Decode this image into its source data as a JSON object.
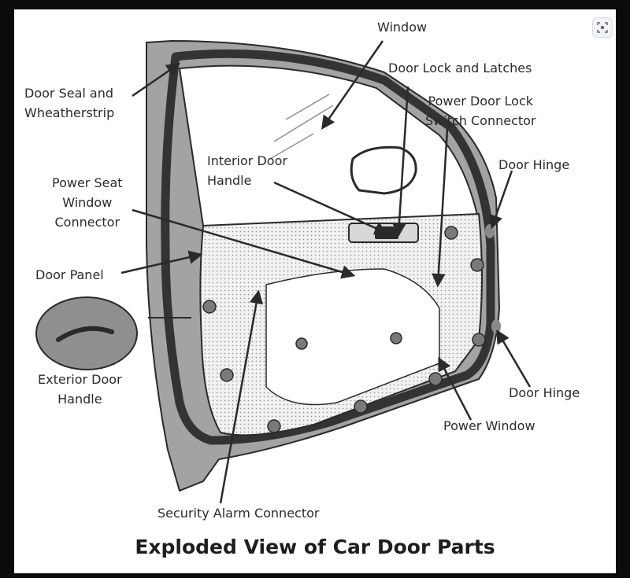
{
  "title": "Exploded View of Car Door Parts",
  "labels": {
    "window": "Window",
    "door_lock": "Door Lock and Latches",
    "power_door_lock": "Power Door Lock\nSwitch Connector",
    "door_seal": "Door Seal and\nWheatherstrip",
    "interior_handle": "Interior Door\nHandle",
    "door_hinge_top": "Door Hinge",
    "power_seat": "Power Seat\nWindow\nConnector",
    "door_panel": "Door Panel",
    "exterior_handle": "Exterior Door\nHandle",
    "door_hinge_bottom": "Door Hinge",
    "power_window": "Power Window",
    "security_alarm": "Security Alarm Connector"
  },
  "colors": {
    "background": "#0b0b0b",
    "panel": "#ffffff",
    "outline": "#2a2a2a",
    "door_shell": "#9a9a9a",
    "seal": "#333333",
    "inner_panel": "#e4e4e4"
  },
  "icons": {
    "lens": "visual-search-icon"
  }
}
